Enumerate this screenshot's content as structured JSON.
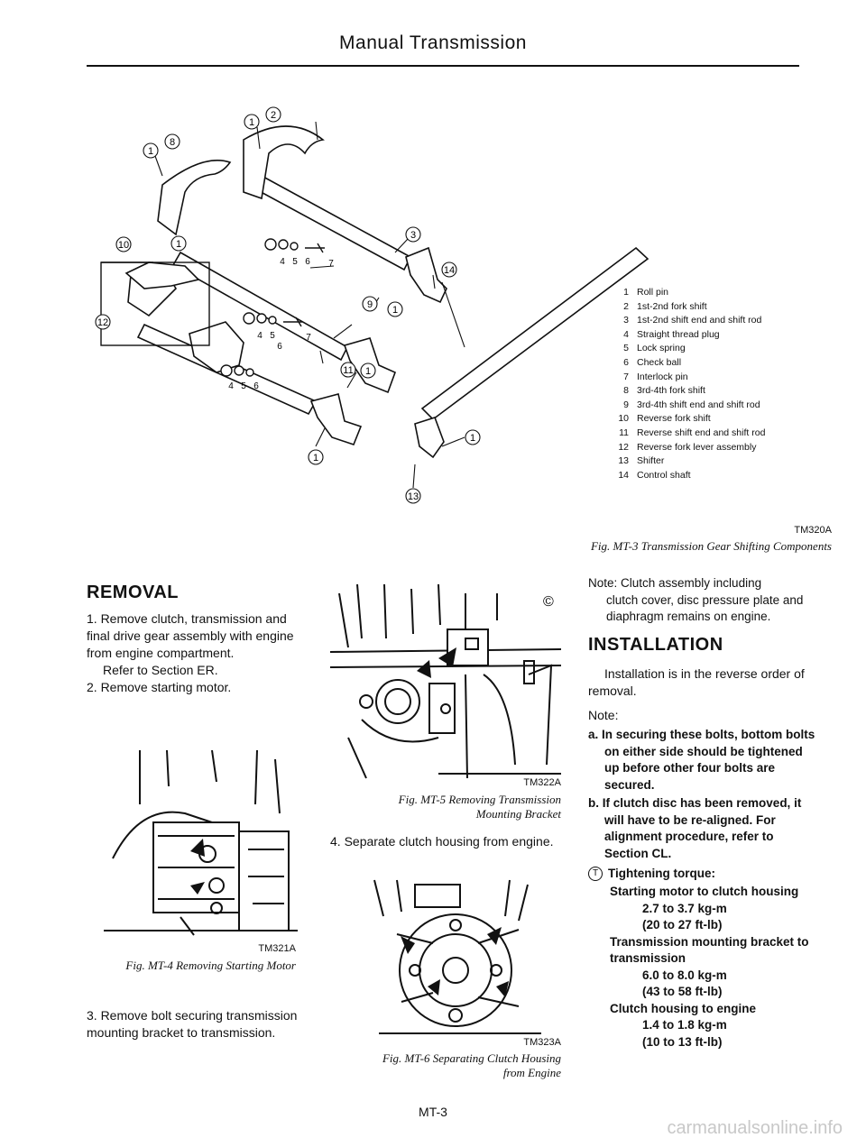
{
  "header": {
    "title": "Manual Transmission"
  },
  "figure_mt3": {
    "legend": [
      {
        "num": "1",
        "text": "Roll pin"
      },
      {
        "num": "2",
        "text": "1st-2nd fork shift"
      },
      {
        "num": "3",
        "text": "1st-2nd shift end and shift rod"
      },
      {
        "num": "4",
        "text": "Straight thread plug"
      },
      {
        "num": "5",
        "text": "Lock spring"
      },
      {
        "num": "6",
        "text": "Check ball"
      },
      {
        "num": "7",
        "text": "Interlock pin"
      },
      {
        "num": "8",
        "text": "3rd-4th fork shift"
      },
      {
        "num": "9",
        "text": "3rd-4th shift end and shift rod"
      },
      {
        "num": "10",
        "text": "Reverse fork shift"
      },
      {
        "num": "11",
        "text": "Reverse shift end and shift rod"
      },
      {
        "num": "12",
        "text": "Reverse fork lever assembly"
      },
      {
        "num": "13",
        "text": "Shifter"
      },
      {
        "num": "14",
        "text": "Control shaft"
      }
    ],
    "code": "TM320A",
    "caption": "Fig. MT-3 Transmission Gear Shifting Components",
    "callouts": {
      "c1": "1",
      "c2": "2",
      "c3": "3",
      "c4": "4",
      "c5": "5",
      "c6": "6",
      "c7": "7",
      "c8": "8",
      "c9": "9",
      "c10": "10",
      "c11": "11",
      "c12": "12",
      "c13": "13",
      "c14": "14"
    }
  },
  "removal": {
    "heading": "REMOVAL",
    "step1": "1. Remove clutch, transmission and final drive gear assembly with engine from engine compartment.",
    "step1_ref": "Refer to Section ER.",
    "step2": "2. Remove starting motor.",
    "step3": "3. Remove bolt securing transmission mounting bracket to transmission.",
    "step4": "4. Separate clutch housing from engine."
  },
  "figure_mt4": {
    "code": "TM321A",
    "caption": "Fig. MT-4 Removing Starting Motor"
  },
  "figure_mt5": {
    "code": "TM322A",
    "caption_line1": "Fig. MT-5 Removing Transmission",
    "caption_line2": "Mounting Bracket",
    "symbol": "©"
  },
  "figure_mt6": {
    "code": "TM323A",
    "caption_line1": "Fig. MT-6 Separating Clutch Housing",
    "caption_line2": "from Engine"
  },
  "note_right": {
    "line1": "Note: Clutch assembly including",
    "line2": "clutch cover, disc pressure plate and",
    "line3": "diaphragm remains on engine."
  },
  "installation": {
    "heading": "INSTALLATION",
    "intro": "Installation is in the reverse order of removal.",
    "note_label": "Note:",
    "note_a": "a. In securing these bolts, bottom bolts on either side should be tightened up before other four bolts are secured.",
    "note_b": "b. If clutch disc has been removed, it will have to be re-aligned. For alignment procedure, refer to Section CL.",
    "torque_symbol": "T",
    "torque_label": "Tightening torque:",
    "torque_items": [
      {
        "name": "Starting motor to clutch housing",
        "metric": "2.7 to 3.7 kg-m",
        "imperial": "(20 to 27 ft-lb)"
      },
      {
        "name": "Transmission mounting bracket to transmission",
        "metric": "6.0 to 8.0 kg-m",
        "imperial": "(43 to 58 ft-lb)"
      },
      {
        "name": "Clutch housing to engine",
        "metric": "1.4 to 1.8 kg-m",
        "imperial": "(10 to 13 ft-lb)"
      }
    ]
  },
  "footer": {
    "page": "MT-3",
    "watermark": "carmanualsonline.info"
  }
}
